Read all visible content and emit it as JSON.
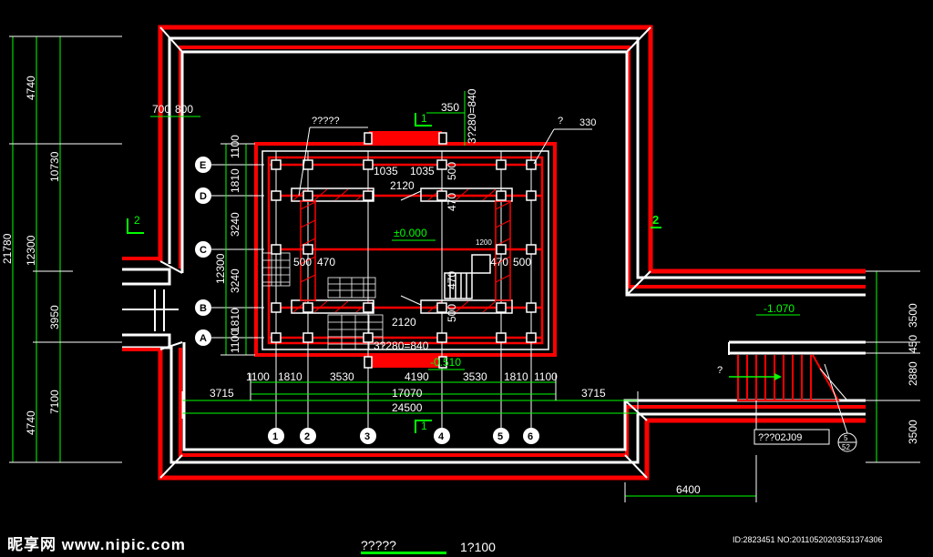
{
  "plan": {
    "title": "?????",
    "scale": "1?100",
    "watermark": "昵享网 www.nipic.com",
    "image_id": "ID:2823451 NO:20110520203531374306"
  },
  "levels": {
    "floor": "±0.000",
    "yard": "-0.510",
    "lower": "-1.070"
  },
  "axes": {
    "columns": [
      "1",
      "2",
      "3",
      "4",
      "5",
      "6"
    ],
    "rows": [
      "E",
      "D",
      "C",
      "B",
      "A"
    ]
  },
  "dims_bottom": {
    "row1": [
      "1100",
      "1810",
      "3530",
      "4190",
      "3530",
      "1810",
      "1100"
    ],
    "row2_total": "17070",
    "row2_left": "3715",
    "row2_right": "3715",
    "row3_total": "24500",
    "right_stair": "6400"
  },
  "dims_left": {
    "outer": [
      "4740",
      "10730",
      "3950",
      "7100",
      "4740"
    ],
    "outer_total": "21780",
    "mid": [
      "12300"
    ],
    "rows": [
      "1100",
      "1810",
      "3240",
      "3240",
      "1810",
      "1100"
    ],
    "rows_total": "12300"
  },
  "dims_right": [
    "3500",
    "450",
    "2880",
    "3500"
  ],
  "dims_top": {
    "a": "700",
    "b": "800",
    "c": "350",
    "d": "3?280=840",
    "e": "1035",
    "f": "1035",
    "g": "500",
    "h": "470",
    "i": "2120",
    "j": "2120",
    "k": "500",
    "l": "470",
    "m": "470",
    "n": "500",
    "o": "1200",
    "p": "500",
    "q": "470",
    "r": "3?280=840"
  },
  "labels": {
    "q1": "?????",
    "q2": "?",
    "n330": "330",
    "section1_top": "1",
    "section1_bot": "1",
    "section2_left": "2",
    "section2_right": "2",
    "q3": "?",
    "ref_note": "???02J09",
    "detail_top": "5",
    "detail_bot": "52"
  }
}
